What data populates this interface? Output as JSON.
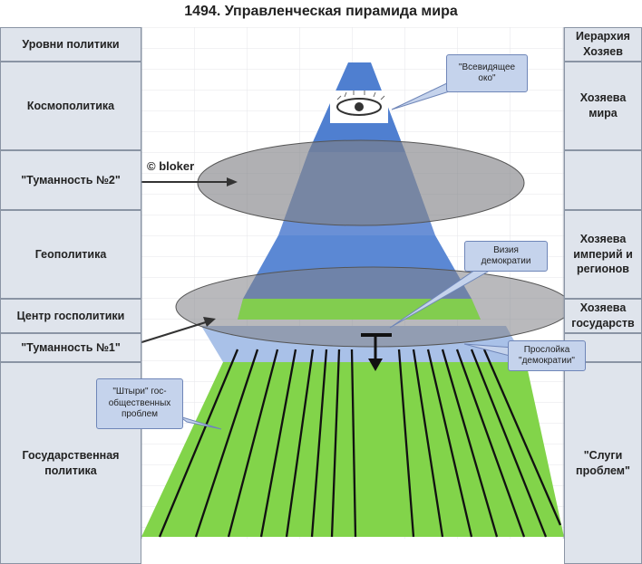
{
  "title": "1494.  Управленческая пирамида мира",
  "copyright": "© bloker",
  "left_column": [
    "Уровни политики",
    "Космополитика",
    "\"Туманность №2\"",
    "Геополитика",
    "Центр госполитики",
    "\"Туманность №1\"",
    "Государственная политика"
  ],
  "right_column": [
    "Иерархия Хозяев",
    "Хозяева мира",
    "",
    "Хозяева империй и регионов",
    "Хозяева государств",
    "",
    "\"Слуги проблем\""
  ],
  "callouts": {
    "eye": "\"Всевидящее око\"",
    "democracy_vision": "Визия демократии",
    "democracy_layer": "Прослойка \"демократии\"",
    "spikes": "\"Штыри\" гос-общественных проблем"
  },
  "colors": {
    "pyramid_blue": "#4f7fd0",
    "pyramid_light_blue": "#a9c1e8",
    "green": "#82d44a",
    "fog": "#7f7f85",
    "cell_bg": "#dfe4ec"
  },
  "icons": [
    "eye-icon",
    "t-arrow-icon"
  ]
}
